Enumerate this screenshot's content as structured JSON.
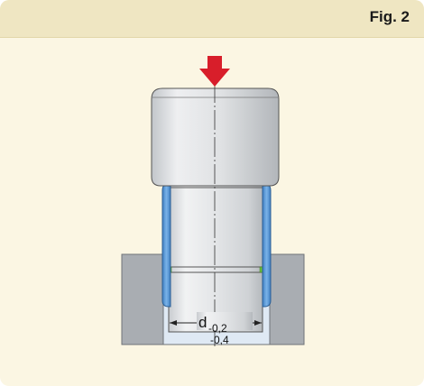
{
  "figure": {
    "label": "Fig. 2"
  },
  "dimension": {
    "symbol": "d",
    "upper_tolerance": "-0,2",
    "lower_tolerance": "-0,4"
  },
  "colors": {
    "panel_background": "#fbf6e3",
    "header_background": "#efe6c2",
    "press_arrow": "#d81e2a",
    "ring_blue": "#4f8fd0",
    "housing_gray": "#a9adb2",
    "shaft_light": "#e6e8eb",
    "accent_green": "#6bbf3a"
  },
  "icons": [
    "press-arrow-icon"
  ]
}
